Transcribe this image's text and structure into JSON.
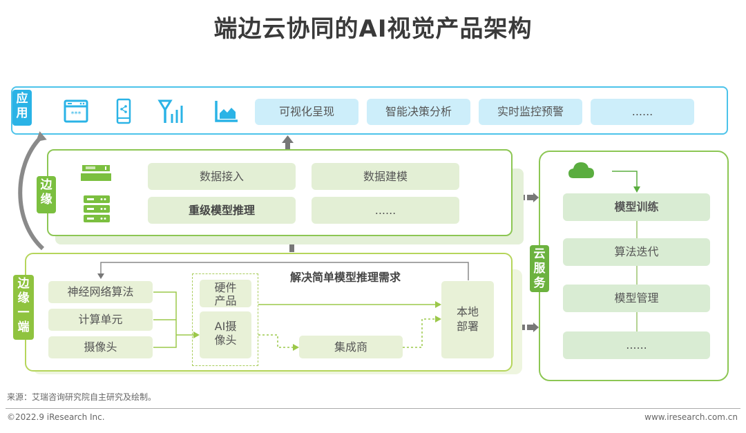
{
  "title": "端边云协同的AI视觉产品架构",
  "app_layer": {
    "tag": "应用",
    "icons": [
      "browser-password-icon",
      "mobile-share-icon",
      "signal-tower-icon",
      "area-chart-icon"
    ],
    "items": [
      "可视化呈现",
      "智能决策分析",
      "实时监控预警",
      "......"
    ]
  },
  "edge_layer": {
    "tag": "边缘",
    "icons": [
      "edge-gateway-icon",
      "server-rack-icon"
    ],
    "items": [
      {
        "label": "数据接入",
        "bold": false
      },
      {
        "label": "数据建模",
        "bold": false
      },
      {
        "label": "重级模型推理",
        "bold": true
      },
      {
        "label": "......",
        "bold": false
      }
    ]
  },
  "edge_device_layer": {
    "tag": "边缘一端",
    "inputs": [
      "神经网络算法",
      "计算单元",
      "摄像头"
    ],
    "hardware": "硬件\n产品",
    "ai_camera": "AI摄\n像头",
    "integrator": "集成商",
    "local_deploy": "本地\n部署",
    "loop_label": "解决简单模型推理需求"
  },
  "cloud_layer": {
    "tag": "云服务",
    "icon": "cloud-icon",
    "items": [
      {
        "label": "模型训练",
        "bold": true
      },
      {
        "label": "算法迭代",
        "bold": false
      },
      {
        "label": "模型管理",
        "bold": false
      },
      {
        "label": "......",
        "bold": false
      }
    ]
  },
  "colors": {
    "app_blue": "#2ab3e6",
    "edge_green": "#7bbf3f",
    "device_green": "#b5d55a",
    "arrow_gray": "#777777"
  },
  "footer": {
    "source": "来源：艾瑞咨询研究院自主研究及绘制。",
    "copyright": "©2022.9 iResearch Inc.",
    "website": "www.iresearch.com.cn"
  }
}
